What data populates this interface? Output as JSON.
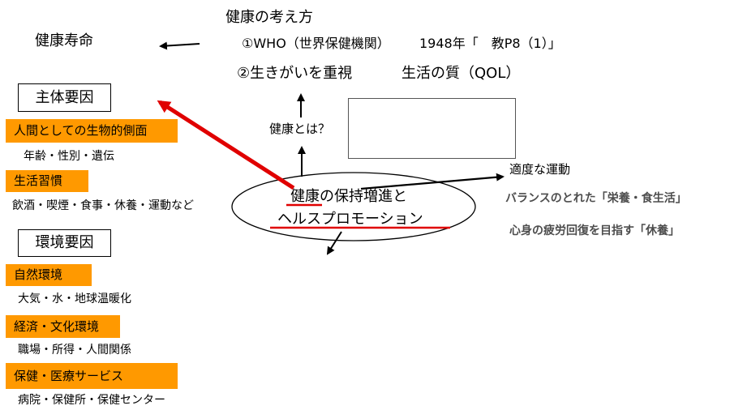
{
  "colors": {
    "orange_fill": "#FF9900",
    "red_arrow": "#E00000",
    "text_gray": "#4d4d4d"
  },
  "header": {
    "title": "健康の考え方",
    "line1_a": "①WHO（世界保健機関）",
    "line1_b": "1948年「　教P8（1）」",
    "line2_a": "②生きがいを重視",
    "line2_b": "生活の質（QOL）"
  },
  "left": {
    "healthy_life": "健康寿命",
    "subjective_title": "主体要因",
    "subjective_items": [
      {
        "label": "人間としての生物的側面",
        "detail": "年齢・性別・遺伝"
      },
      {
        "label": "生活習慣",
        "detail": "飲酒・喫煙・食事・休養・運動など"
      }
    ],
    "environment_title": "環境要因",
    "environment_items": [
      {
        "label": "自然環境",
        "detail": "大気・水・地球温暖化"
      },
      {
        "label": "経済・文化環境",
        "detail": "職場・所得・人間関係"
      },
      {
        "label": "保健・医療サービス",
        "detail": "病院・保健所・保健センター"
      }
    ]
  },
  "center": {
    "question": "健康とは？",
    "ellipse_line1": "健康の保持増進と",
    "ellipse_line2": "ヘルスプロモーション"
  },
  "right": {
    "exercise": "適度な運動",
    "nutrition": "バランスのとれた「栄養・食生活」",
    "rest": "心身の疲労回復を目指す「休養」"
  }
}
